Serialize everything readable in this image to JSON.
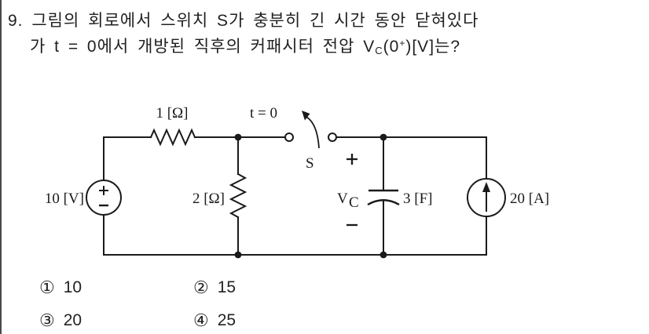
{
  "question": {
    "number": "9.",
    "line1": "그림의 회로에서 스위치 S가 충분히 긴 시간 동안 닫혀있다",
    "line2": {
      "prefix": "가 t = 0에서 개방된 직후의 커패시터 전압 V",
      "sub": "C",
      "mid": "(0",
      "sup": "+",
      "suffix": ")[V]는?"
    }
  },
  "circuit": {
    "voltage_source_label": "10 [V]",
    "voltage_source_plus": "+",
    "voltage_source_minus": "−",
    "series_resistor_label": "1 [Ω]",
    "shunt_resistor_label": "2 [Ω]",
    "switch_time_label": "t = 0",
    "switch_name": "S",
    "cap_plus": "+",
    "cap_voltage_symbol": "V",
    "cap_voltage_sub": "C",
    "cap_minus": "−",
    "capacitor_label": "3 [F]",
    "current_source_label": "20 [A]"
  },
  "choices": [
    {
      "marker": "①",
      "value": "10"
    },
    {
      "marker": "②",
      "value": "15"
    },
    {
      "marker": "③",
      "value": "20"
    },
    {
      "marker": "④",
      "value": "25"
    }
  ]
}
